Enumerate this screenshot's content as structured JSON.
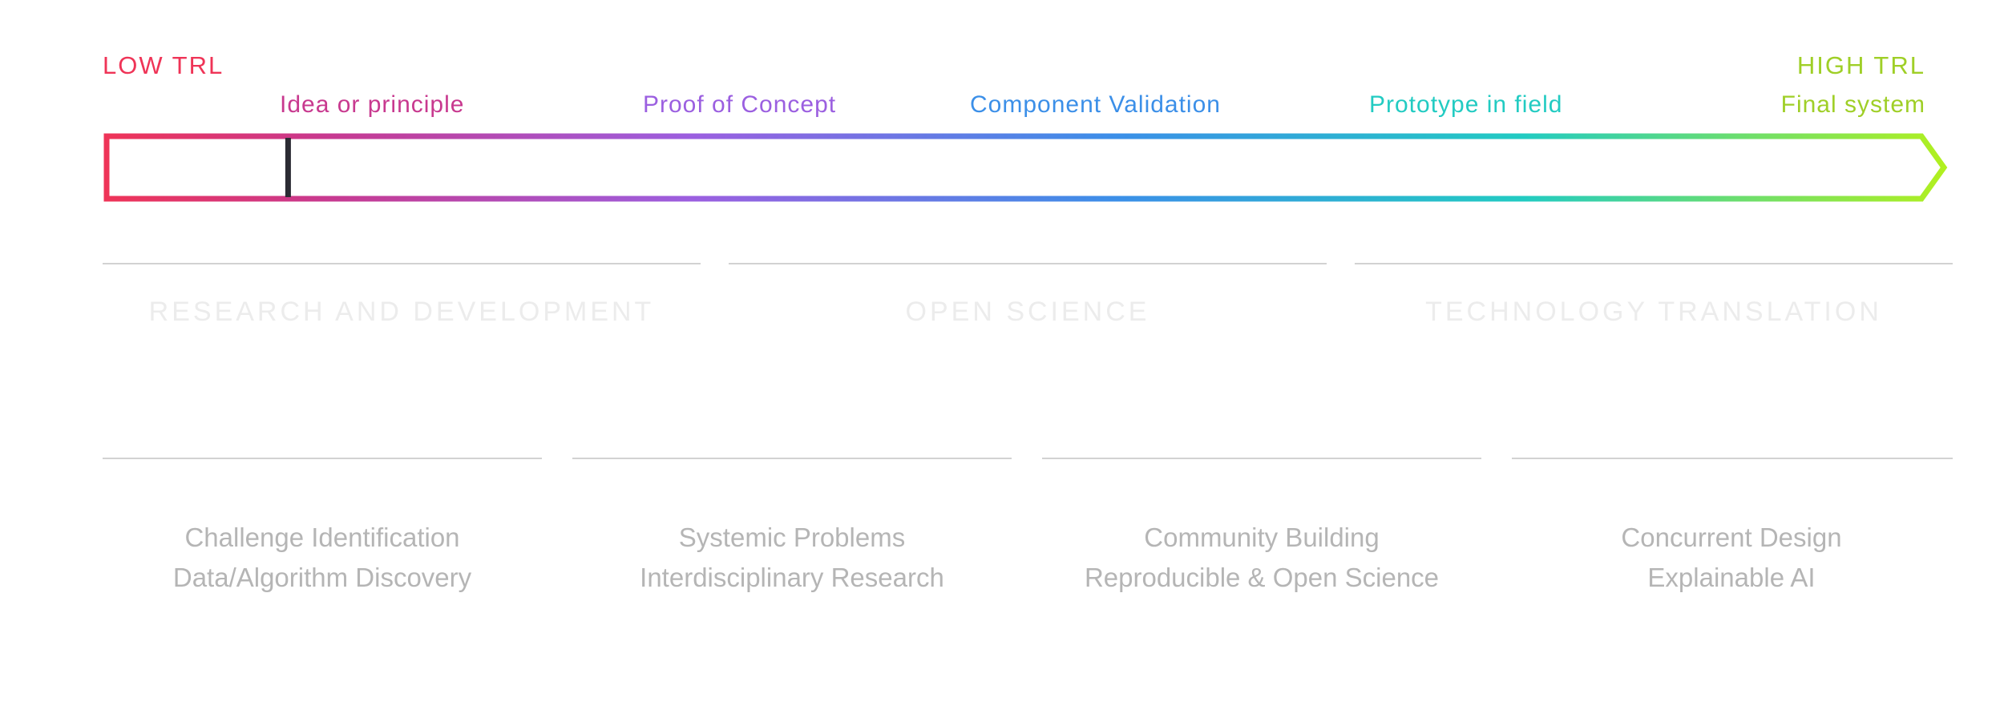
{
  "trl": {
    "low_label": "LOW TRL",
    "high_label": "HIGH TRL",
    "stages": [
      "Idea or principle",
      "Proof of Concept",
      "Component Validation",
      "Prototype in field",
      "Final system"
    ],
    "current_level": 0.1,
    "colors": {
      "low": "#ef3457",
      "idea": "#c8398f",
      "proof": "#9b5fe0",
      "component": "#3b8fe8",
      "prototype": "#22cbc2",
      "high": "#b2f01e",
      "marker": "#2b2b33"
    }
  },
  "categories": [
    "RESEARCH AND DEVELOPMENT",
    "OPEN SCIENCE",
    "TECHNOLOGY TRANSLATION"
  ],
  "activities": [
    {
      "line1": "Challenge Identification",
      "line2": "Data/Algorithm Discovery"
    },
    {
      "line1": "Systemic Problems",
      "line2": "Interdisciplinary Research"
    },
    {
      "line1": "Community Building",
      "line2": "Reproducible & Open Science"
    },
    {
      "line1": "Concurrent Design",
      "line2": "Explainable AI"
    }
  ]
}
